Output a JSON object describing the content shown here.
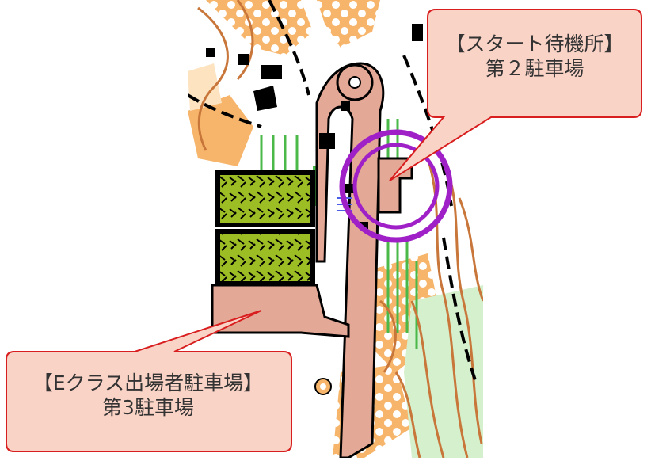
{
  "colors": {
    "bg": "#ffffff",
    "open_land": "#f6b56b",
    "rough_open": "#fde3c0",
    "paved": "#e4a896",
    "green": "#4bb84a",
    "light_green": "#d4f0cc",
    "field": "#9dbd25",
    "contour": "#c8763a",
    "black": "#000000",
    "purple": "#a020c8",
    "blue": "#4a5ee8",
    "callout_fill": "#fad3c7",
    "callout_stroke": "#d81e1e"
  },
  "callouts": {
    "start_area": {
      "line1": "【スタート待機所】",
      "line2": "第２駐車場"
    },
    "e_class_parking": {
      "line1": "【Eクラス出場者駐車場】",
      "line2": "第3駐車場"
    }
  }
}
